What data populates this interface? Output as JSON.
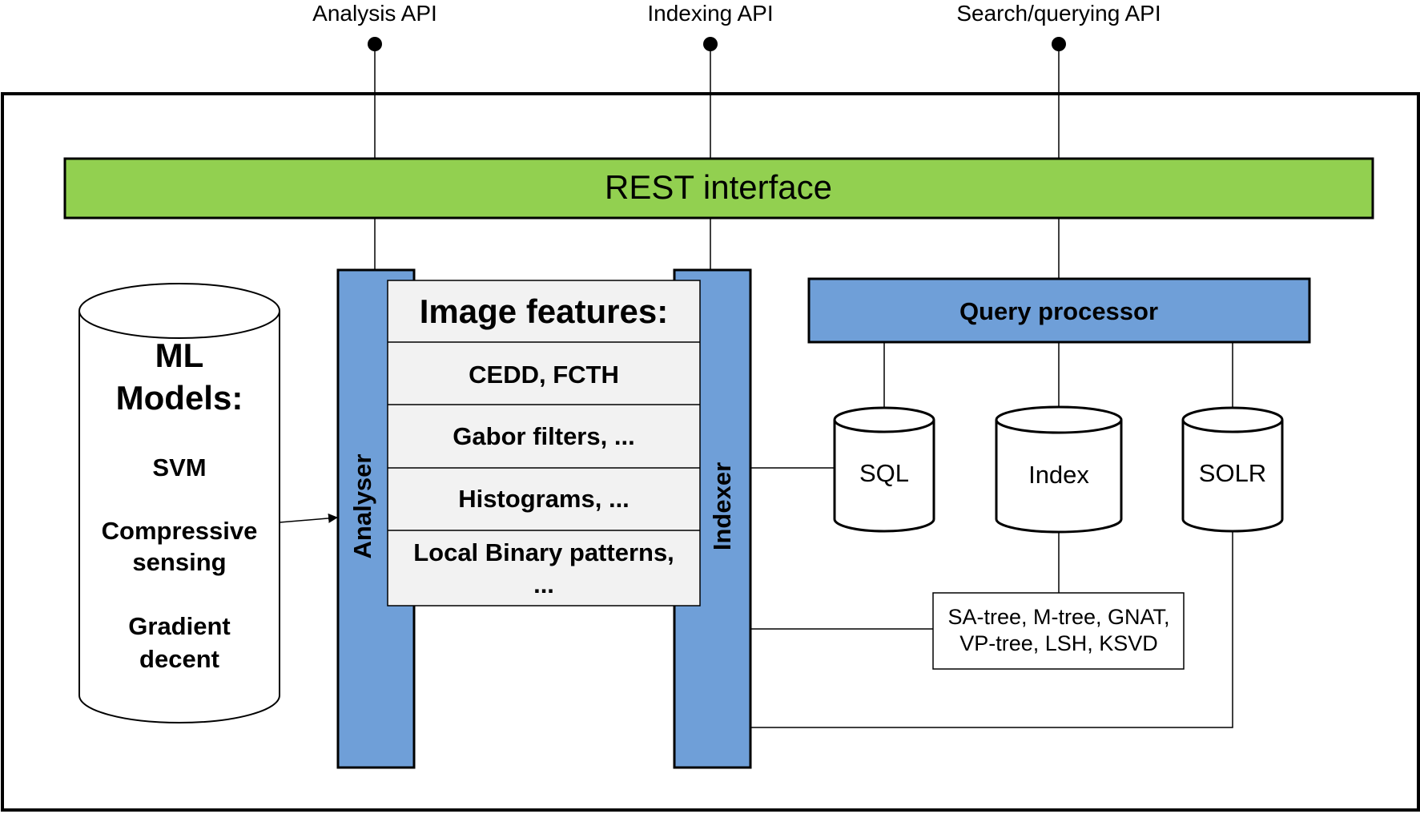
{
  "api": {
    "analysis": "Analysis API",
    "indexing": "Indexing API",
    "search": "Search/querying API"
  },
  "rest_interface": "REST interface",
  "ml_models": {
    "title_line1": "ML",
    "title_line2": "Models:",
    "items": [
      "SVM",
      "Compressive",
      "sensing",
      "Gradient",
      "decent"
    ]
  },
  "analyser": "Analyser",
  "indexer": "Indexer",
  "image_features": {
    "title": "Image features:",
    "rows": [
      "CEDD, FCTH",
      "Gabor filters, ...",
      "Histograms, ...",
      "Local Binary patterns,",
      "..."
    ]
  },
  "query_processor": "Query processor",
  "stores": {
    "sql": "SQL",
    "index": "Index",
    "solr": "SOLR"
  },
  "index_methods": {
    "line1": "SA-tree, M-tree, GNAT,",
    "line2": "VP-tree, LSH, KSVD"
  },
  "colors": {
    "rest_green": "#92d050",
    "blue": "#6f9fd8",
    "feature_bg": "#f2f2f2"
  }
}
